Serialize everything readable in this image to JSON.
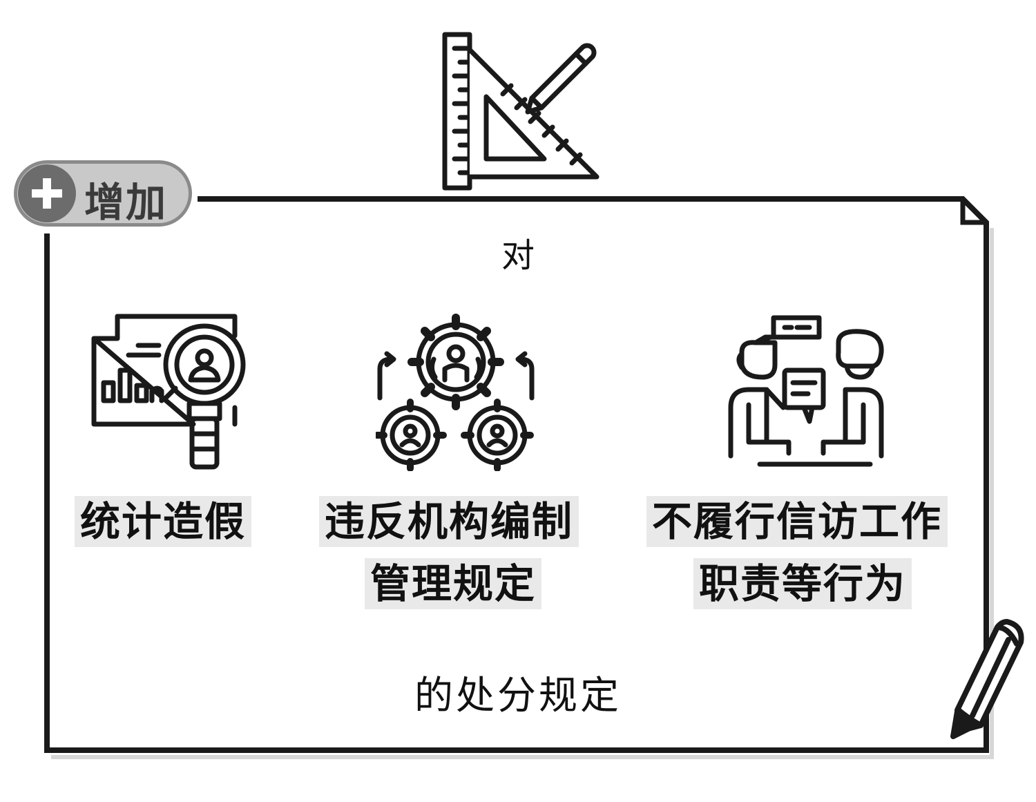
{
  "badge": {
    "icon": "plus-icon",
    "label": "增加"
  },
  "header": {
    "top_text": "对"
  },
  "items": [
    {
      "icon": "statistics-magnifier-icon",
      "label_line1": "统计造假",
      "label_line2": ""
    },
    {
      "icon": "organization-gears-icon",
      "label_line1": "违反机构编制",
      "label_line2": "管理规定"
    },
    {
      "icon": "petition-meeting-icon",
      "label_line1": "不履行信访工作",
      "label_line2": "职责等行为"
    }
  ],
  "footer": {
    "bottom_text": "的处分规定"
  },
  "decorations": {
    "top_icon": "ruler-triangle-pencil-icon",
    "corner_icon": "pencil-icon"
  },
  "colors": {
    "line": "#1a1a1a",
    "badge_fill": "#c9c9c9",
    "badge_border": "#8a8a8a",
    "label_bg": "#e9e9e9"
  }
}
